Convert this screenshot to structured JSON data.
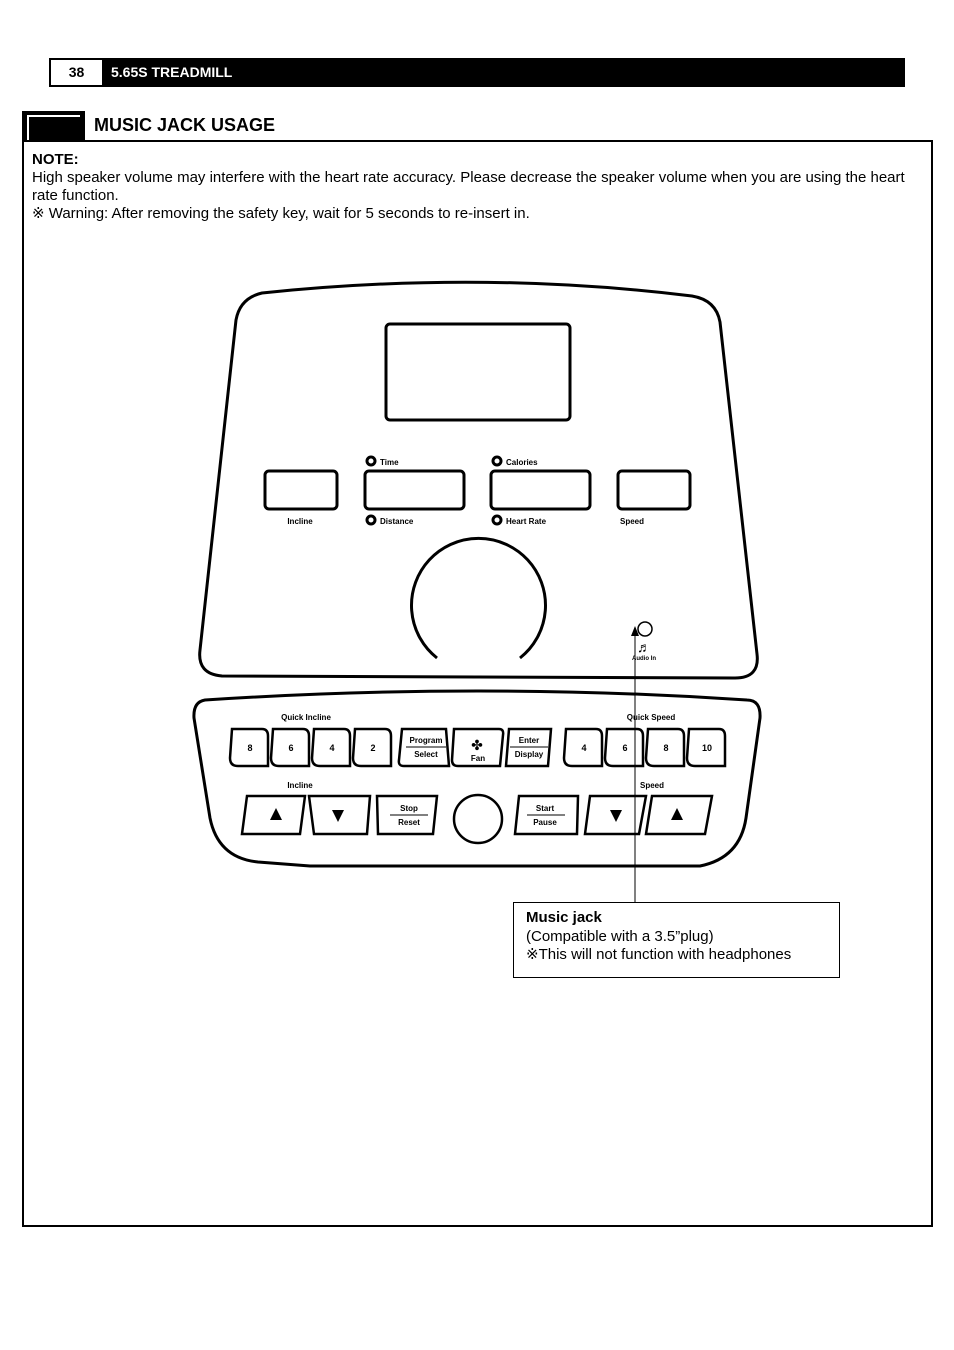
{
  "header": {
    "page_number": "38",
    "manual_title": "5.65S TREADMILL"
  },
  "section": {
    "title": "MUSIC JACK USAGE"
  },
  "note": {
    "label": "NOTE:",
    "text": "High speaker volume may interfere with the heart rate accuracy. Please decrease the speaker volume when you are using the heart rate function.",
    "warning": "※ Warning: After removing the safety key, wait for 5 seconds to re-insert in."
  },
  "console": {
    "indicators": {
      "time": "Time",
      "calories": "Calories",
      "distance": "Distance",
      "heart_rate": "Heart Rate"
    },
    "window_labels": {
      "incline": "Incline",
      "speed": "Speed"
    },
    "audio_in": "Audio In",
    "quick_incline_label": "Quick Incline",
    "quick_speed_label": "Quick Speed",
    "quick_incline": [
      "8",
      "6",
      "4",
      "2"
    ],
    "quick_speed": [
      "4",
      "6",
      "8",
      "10"
    ],
    "program_top": "Program",
    "program_bottom": "Select",
    "fan": "Fan",
    "enter_top": "Enter",
    "enter_bottom": "Display",
    "incline_label": "Incline",
    "speed_label": "Speed",
    "stop_top": "Stop",
    "stop_bottom": "Reset",
    "start_top": "Start",
    "start_bottom": "Pause"
  },
  "callout": {
    "title": "Music jack",
    "line1": "(Compatible with a 3.5”plug)",
    "line2": "※This will not function with headphones"
  }
}
